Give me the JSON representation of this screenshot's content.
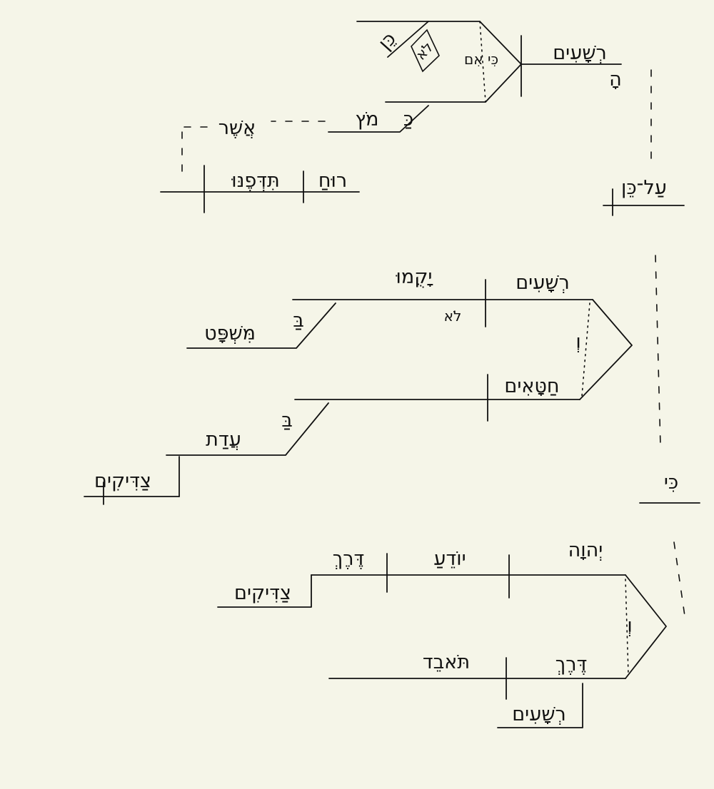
{
  "clause1": {
    "subject": "רְשָׁעִים",
    "article": "הָ",
    "conj_left": "כִּי אִם",
    "cond_top_prep": "כֵּן",
    "cond_top_neg": "לֹא",
    "cond_bottom_prep": "כַּ",
    "cond_bottom_noun": "מֹץ",
    "relative": "אֲשֶׁר",
    "rel_subject": "רוּחַ",
    "rel_verb": "תִּדְּפֶנּוּ",
    "connector": "עַל־כֵּן"
  },
  "clause2": {
    "subject_top": "רְשָׁעִים",
    "verb": "יָקֻמוּ",
    "neg": "לֹא",
    "prep1": "בַּ",
    "noun1": "מִּשְׁפָּט",
    "and_mark": "וְ",
    "subject_bottom": "חַטָּאִים",
    "prep2": "בַּ",
    "noun2": "עֲדַת",
    "modifier": "צַדִּיקִים",
    "connector": "כִּי"
  },
  "clause3": {
    "subject": "יְהוָה",
    "verb": "יוֹדֵעַ",
    "object": "דֶּרֶךְ",
    "object_mod": "צַדִּיקִים",
    "and_mark": "וְ",
    "subject2": "דֶּרֶךְ",
    "verb2": "תֹּאבֵד",
    "subject2_mod": "רְשָׁעִים"
  }
}
